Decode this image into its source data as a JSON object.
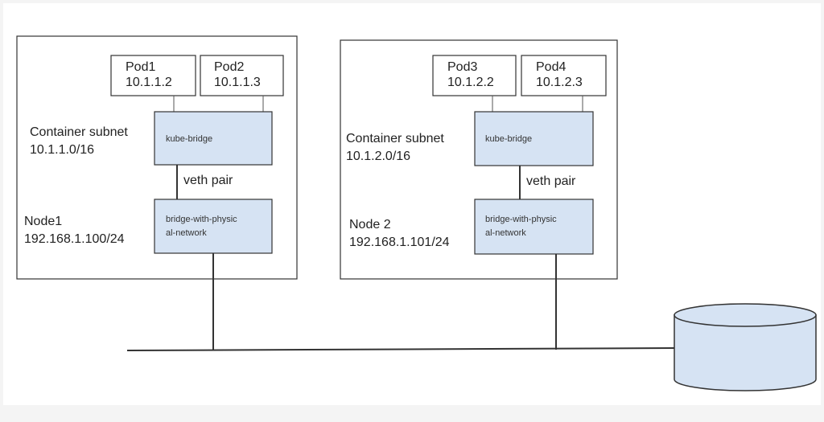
{
  "nodes": [
    {
      "pods": [
        {
          "name": "Pod1",
          "ip": "10.1.1.2"
        },
        {
          "name": "Pod2",
          "ip": "10.1.1.3"
        }
      ],
      "subnet_label": "Container subnet",
      "subnet_cidr": "10.1.1.0/16",
      "kube_bridge": "kube-bridge",
      "veth_label": "veth pair",
      "phys_bridge_line1": "bridge-with-physic",
      "phys_bridge_line2": "al-network",
      "node_name": "Node1",
      "node_ip": "192.168.1.100/24"
    },
    {
      "pods": [
        {
          "name": "Pod3",
          "ip": "10.1.2.2"
        },
        {
          "name": "Pod4",
          "ip": "10.1.2.3"
        }
      ],
      "subnet_label": "Container subnet",
      "subnet_cidr": "10.1.2.0/16",
      "kube_bridge": "kube-bridge",
      "veth_label": "veth pair",
      "phys_bridge_line1": "bridge-with-physic",
      "phys_bridge_line2": "al-network",
      "node_name": "Node 2",
      "node_ip": "192.168.1.101/24"
    }
  ],
  "colors": {
    "bridge_fill": "#d6e3f3",
    "line": "#333333",
    "cylinder_fill": "#d6e3f3"
  }
}
